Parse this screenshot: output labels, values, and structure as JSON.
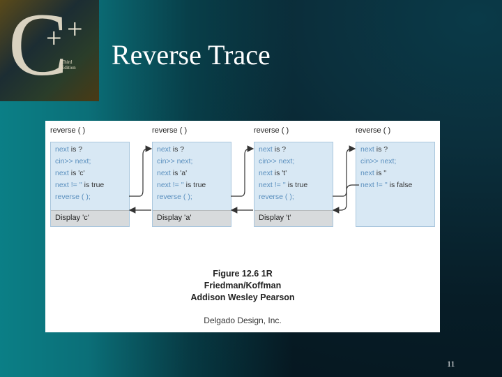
{
  "slide": {
    "title": "Reverse Trace",
    "page_number": "11"
  },
  "logo": {
    "letter": "C",
    "plus": "+",
    "small_text_1": "Third",
    "small_text_2": "Edition"
  },
  "figure": {
    "frames": [
      {
        "header": "reverse ( )",
        "lines": [
          [
            "next",
            " is ?"
          ],
          [
            "cin>> next;",
            ""
          ],
          [
            "next",
            " is 'c'"
          ],
          [
            "next != '' ",
            "is true"
          ],
          [
            "reverse ( );",
            ""
          ]
        ],
        "display": "Display 'c'"
      },
      {
        "header": "reverse ( )",
        "lines": [
          [
            "next",
            " is ?"
          ],
          [
            "cin>> next;",
            ""
          ],
          [
            "next",
            " is 'a'"
          ],
          [
            "next != '' ",
            "is true"
          ],
          [
            "reverse ( );",
            ""
          ]
        ],
        "display": "Display 'a'"
      },
      {
        "header": "reverse ( )",
        "lines": [
          [
            "next",
            " is ?"
          ],
          [
            "cin>> next;",
            ""
          ],
          [
            "next",
            " is 't'"
          ],
          [
            "next != '' ",
            "is true"
          ],
          [
            "reverse ( );",
            ""
          ]
        ],
        "display": "Display 't'"
      },
      {
        "header": "reverse ( )",
        "lines": [
          [
            "next",
            " is ?"
          ],
          [
            "cin>> next;",
            ""
          ],
          [
            "next",
            " is ''"
          ],
          [
            "next != '' ",
            "is false"
          ],
          [
            "",
            ""
          ]
        ],
        "display": ""
      }
    ],
    "caption_1": "Figure 12.6 1R",
    "caption_2": "Friedman/Koffman",
    "caption_3": "Addison Wesley Pearson",
    "credit": "Delgado Design, Inc."
  },
  "colors": {
    "frame_fill": "#d8e8f4",
    "display_fill": "#d7dadc",
    "keyword": "#5a8fbe"
  }
}
